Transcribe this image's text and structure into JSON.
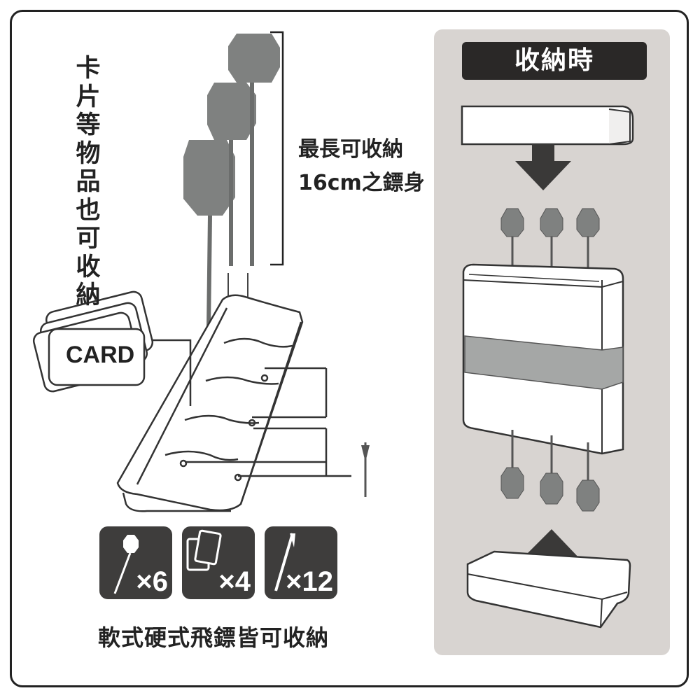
{
  "left_caption_vertical": [
    "卡",
    "片",
    "等",
    "物",
    "品",
    "也",
    "可",
    "收",
    "納"
  ],
  "length_caption": {
    "line1": "最長可收納",
    "line2": "16cm之鏢身"
  },
  "card_label": "CARD",
  "icons": [
    {
      "name": "dart",
      "count": "×6"
    },
    {
      "name": "card",
      "count": "×4"
    },
    {
      "name": "shaft",
      "count": "×12"
    }
  ],
  "bottom_caption": "軟式硬式飛鏢皆可收納",
  "stored_panel": {
    "title": "收納時",
    "bg": "#d8d4d1"
  },
  "colors": {
    "dart_gray": "#7f8180",
    "dark": "#2a2827",
    "band": "#a5a7a6"
  }
}
